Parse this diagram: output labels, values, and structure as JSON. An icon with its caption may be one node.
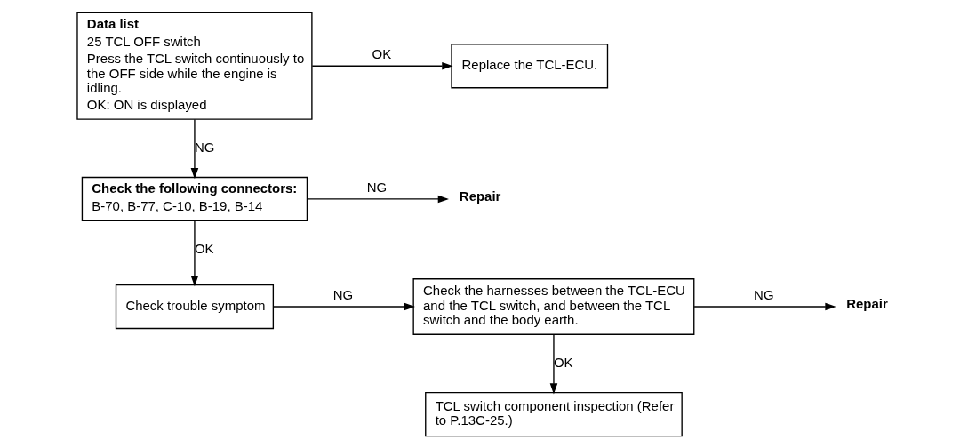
{
  "diagram": {
    "nodes": [
      {
        "text": [
          "Data list",
          "25 TCL OFF switch",
          "Press the TCL switch continuously to the OFF side while the engine is idling.",
          "OK: ON is displayed"
        ]
      },
      {
        "text": [
          "Replace the TCL-ECU."
        ]
      },
      {
        "text": [
          "Check the following connectors:",
          "B-70, B-77, C-10, B-19, B-14"
        ]
      },
      {
        "text": [
          "Repair"
        ]
      },
      {
        "text": [
          "Check trouble symptom"
        ]
      },
      {
        "text": [
          "Check the harnesses between the TCL-ECU and the TCL switch, and between the TCL switch and the body earth."
        ]
      },
      {
        "text": [
          "Repair"
        ]
      },
      {
        "text": [
          "TCL switch component inspection (Refer to P.13C-25.)"
        ]
      }
    ],
    "edges": [
      {
        "from": 0,
        "to": 1,
        "arrow": "to",
        "label": "OK"
      },
      {
        "from": 0,
        "to": 2,
        "arrow": "to",
        "label": "NG"
      },
      {
        "from": 2,
        "to": 3,
        "arrow": "to",
        "label": "NG"
      },
      {
        "from": 2,
        "to": 4,
        "arrow": "to",
        "label": "OK"
      },
      {
        "from": 4,
        "to": 5,
        "arrow": "to",
        "label": "NG"
      },
      {
        "from": 5,
        "to": 6,
        "arrow": "to",
        "label": "NG"
      },
      {
        "from": 5,
        "to": 7,
        "arrow": "to",
        "label": "OK"
      }
    ]
  }
}
